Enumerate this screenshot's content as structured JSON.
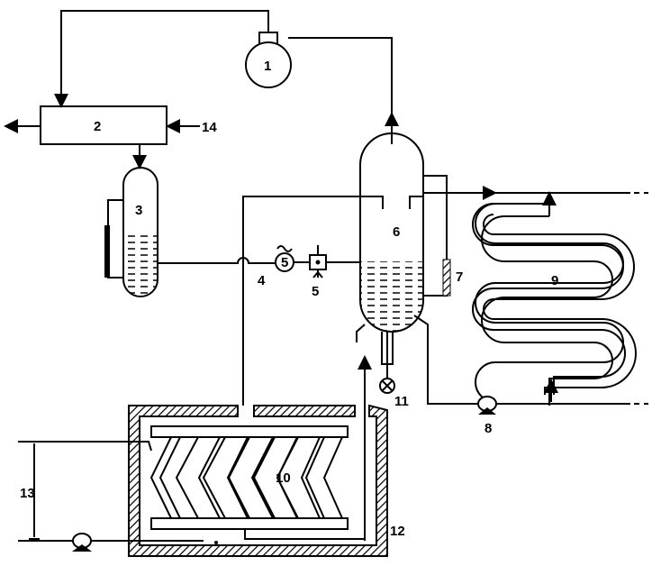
{
  "labels": {
    "compressor": "1",
    "condenser": "2",
    "receiver": "3",
    "flow_meter": "4",
    "expansion_valve": "5",
    "separator": "6",
    "level_gauge": "7",
    "pump": "8",
    "cooling_coil": "9",
    "plate_evaporator": "10",
    "drain_valve": "11",
    "tank": "12",
    "height": "13",
    "water_inlet": "14"
  }
}
